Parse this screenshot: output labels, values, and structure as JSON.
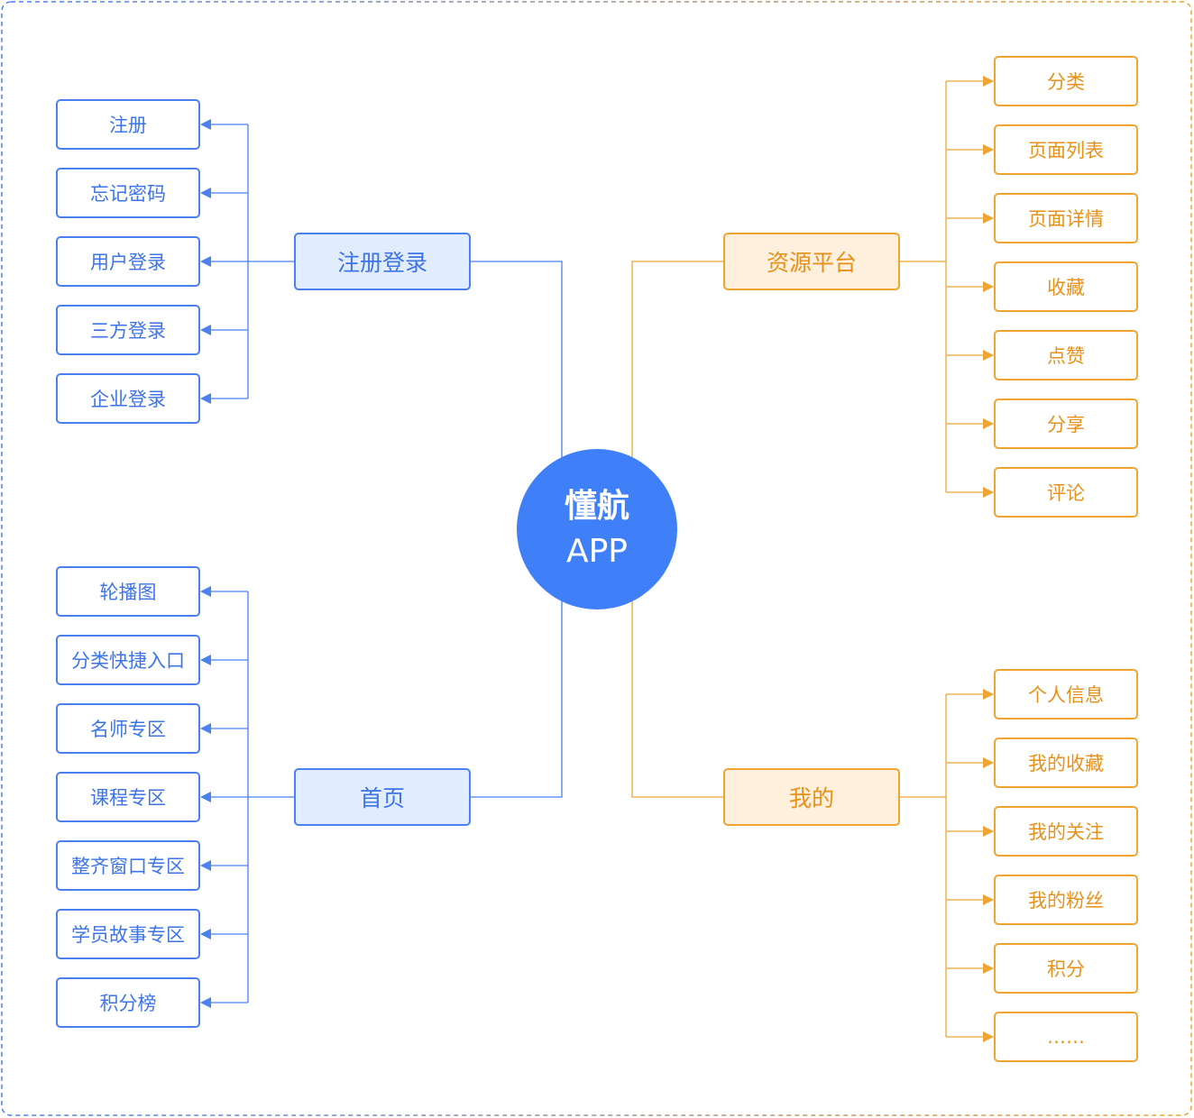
{
  "center": {
    "line1": "懂航",
    "line2": "APP"
  },
  "colors": {
    "blue": "#4a80f0",
    "orange": "#f0a432",
    "center": "#3f7ff7"
  },
  "branches": {
    "login": {
      "label": "注册登录",
      "items": [
        "注册",
        "忘记密码",
        "用户登录",
        "三方登录",
        "企业登录"
      ]
    },
    "home": {
      "label": "首页",
      "items": [
        "轮播图",
        "分类快捷入口",
        "名师专区",
        "课程专区",
        "整齐窗口专区",
        "学员故事专区",
        "积分榜"
      ]
    },
    "resource": {
      "label": "资源平台",
      "items": [
        "分类",
        "页面列表",
        "页面详情",
        "收藏",
        "点赞",
        "分享",
        "评论"
      ]
    },
    "mine": {
      "label": "我的",
      "items": [
        "个人信息",
        "我的收藏",
        "我的关注",
        "我的粉丝",
        "积分",
        "……"
      ]
    }
  }
}
